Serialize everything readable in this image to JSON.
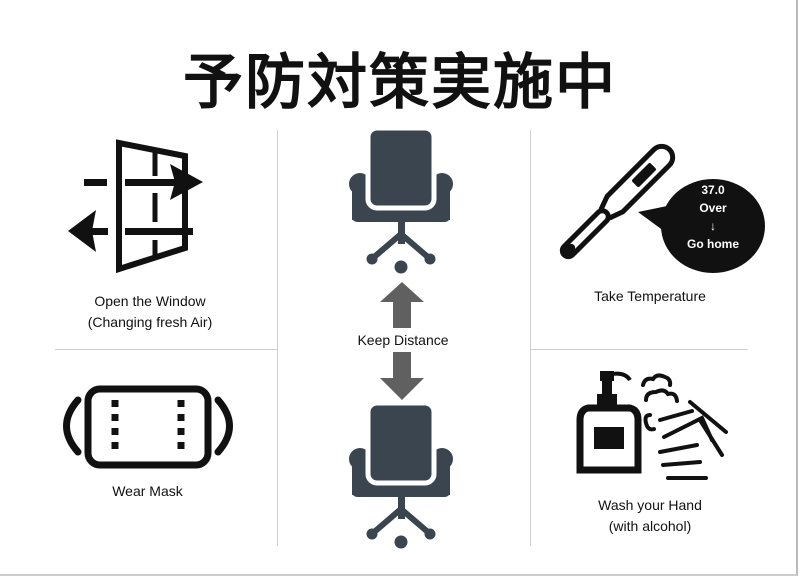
{
  "title": "予防対策実施中",
  "items": {
    "window": {
      "line1": "Open the Window",
      "line2": "(Changing fresh Air)"
    },
    "distance": {
      "label": "Keep Distance"
    },
    "temperature": {
      "label": "Take Temperature",
      "bubble": {
        "value": "37.0",
        "word": "Over",
        "arrow": "↓",
        "action": "Go home"
      }
    },
    "mask": {
      "label": "Wear Mask"
    },
    "wash": {
      "line1": "Wash your Hand",
      "line2": "(with alcohol)"
    }
  },
  "colors": {
    "chair": "#3a4550",
    "arrow": "#606060",
    "ink": "#111111",
    "divider": "#cfcfcf"
  }
}
